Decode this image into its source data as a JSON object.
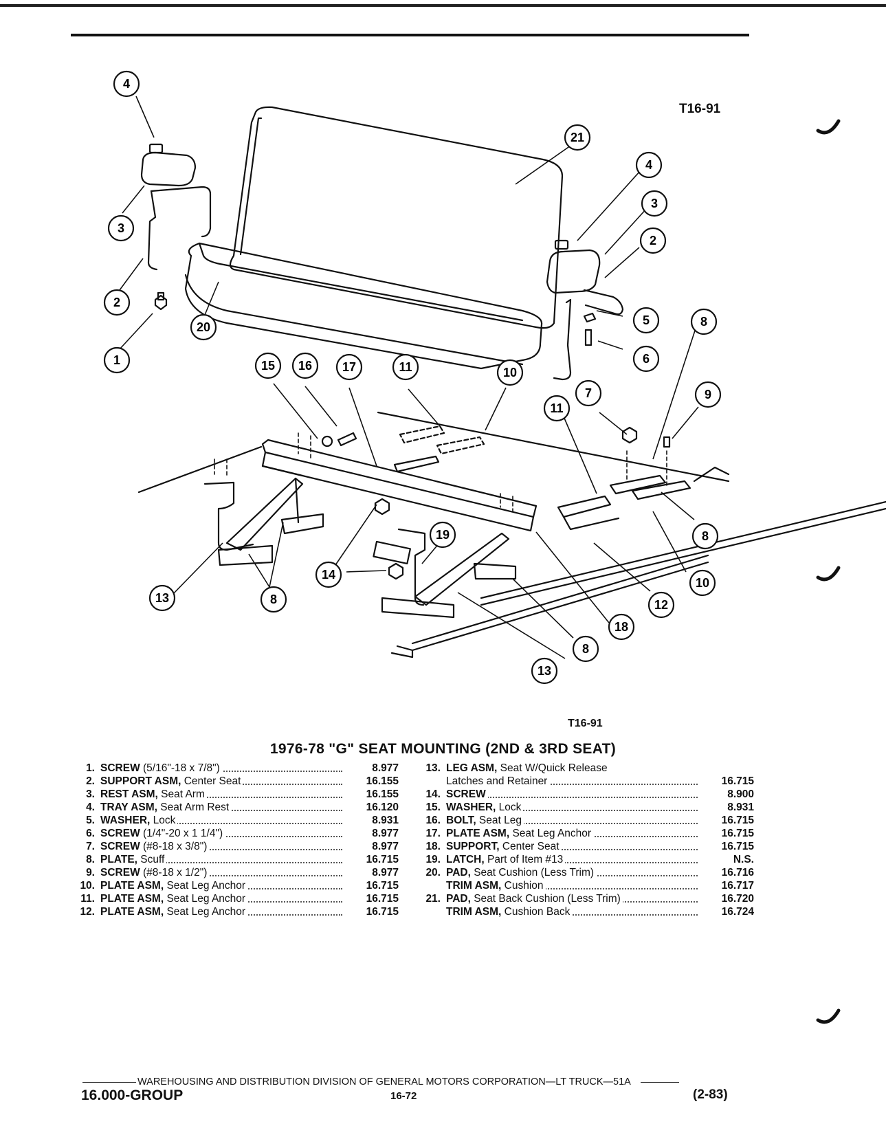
{
  "figure_code_top": "T16-91",
  "figure_code_bottom": "T16-91",
  "callouts": [
    "4",
    "3",
    "2",
    "1",
    "20",
    "21",
    "4",
    "3",
    "2",
    "5",
    "6",
    "8",
    "15",
    "16",
    "17",
    "11",
    "10",
    "11",
    "7",
    "9",
    "8",
    "10",
    "12",
    "19",
    "14",
    "13",
    "8",
    "13",
    "8",
    "18"
  ],
  "title": "1976-78 \"G\" SEAT MOUNTING (2ND & 3RD SEAT)",
  "parts_left": [
    {
      "num": "1.",
      "name": "SCREW",
      "detail": " (5/16\"-18 x 7/8\")",
      "code": "8.977"
    },
    {
      "num": "2.",
      "name": "SUPPORT ASM,",
      "detail": " Center Seat",
      "code": "16.155"
    },
    {
      "num": "3.",
      "name": "REST ASM,",
      "detail": " Seat Arm",
      "code": "16.155"
    },
    {
      "num": "4.",
      "name": "TRAY ASM,",
      "detail": " Seat Arm Rest",
      "code": "16.120"
    },
    {
      "num": "5.",
      "name": "WASHER,",
      "detail": " Lock",
      "code": "8.931"
    },
    {
      "num": "6.",
      "name": "SCREW",
      "detail": " (1/4\"-20 x 1 1/4\")",
      "code": "8.977"
    },
    {
      "num": "7.",
      "name": "SCREW",
      "detail": " (#8-18 x 3/8\")",
      "code": "8.977"
    },
    {
      "num": "8.",
      "name": "PLATE,",
      "detail": " Scuff",
      "code": "16.715"
    },
    {
      "num": "9.",
      "name": "SCREW",
      "detail": " (#8-18 x 1/2\")",
      "code": "8.977"
    },
    {
      "num": "10.",
      "name": "PLATE ASM,",
      "detail": " Seat Leg Anchor",
      "code": "16.715"
    },
    {
      "num": "11.",
      "name": "PLATE ASM,",
      "detail": " Seat Leg Anchor",
      "code": "16.715"
    },
    {
      "num": "12.",
      "name": "PLATE ASM,",
      "detail": " Seat Leg Anchor",
      "code": "16.715"
    }
  ],
  "parts_right": [
    {
      "num": "13.",
      "name": "LEG ASM,",
      "detail": " Seat W/Quick Release",
      "code": ""
    },
    {
      "num": "",
      "name": "",
      "detail": "Latches and Retainer",
      "code": "16.715"
    },
    {
      "num": "14.",
      "name": "SCREW",
      "detail": "",
      "code": "8.900"
    },
    {
      "num": "15.",
      "name": "WASHER,",
      "detail": " Lock",
      "code": "8.931"
    },
    {
      "num": "16.",
      "name": "BOLT,",
      "detail": " Seat Leg",
      "code": "16.715"
    },
    {
      "num": "17.",
      "name": "PLATE ASM,",
      "detail": " Seat Leg Anchor",
      "code": "16.715"
    },
    {
      "num": "18.",
      "name": "SUPPORT,",
      "detail": " Center Seat",
      "code": "16.715"
    },
    {
      "num": "19.",
      "name": "LATCH,",
      "detail": " Part of Item #13",
      "code": "N.S."
    },
    {
      "num": "20.",
      "name": "PAD,",
      "detail": " Seat Cushion (Less Trim)",
      "code": "16.716"
    },
    {
      "num": "",
      "name": "TRIM ASM,",
      "detail": " Cushion",
      "code": "16.717"
    },
    {
      "num": "21.",
      "name": "PAD,",
      "detail": " Seat Back Cushion (Less Trim)",
      "code": "16.720"
    },
    {
      "num": "",
      "name": "TRIM ASM,",
      "detail": " Cushion Back",
      "code": "16.724"
    }
  ],
  "footer": {
    "division": "WAREHOUSING AND DISTRIBUTION  DIVISION OF GENERAL MOTORS CORPORATION—LT TRUCK—51A",
    "group": "16.000-GROUP",
    "page": "16-72",
    "date": "(2-83)"
  }
}
